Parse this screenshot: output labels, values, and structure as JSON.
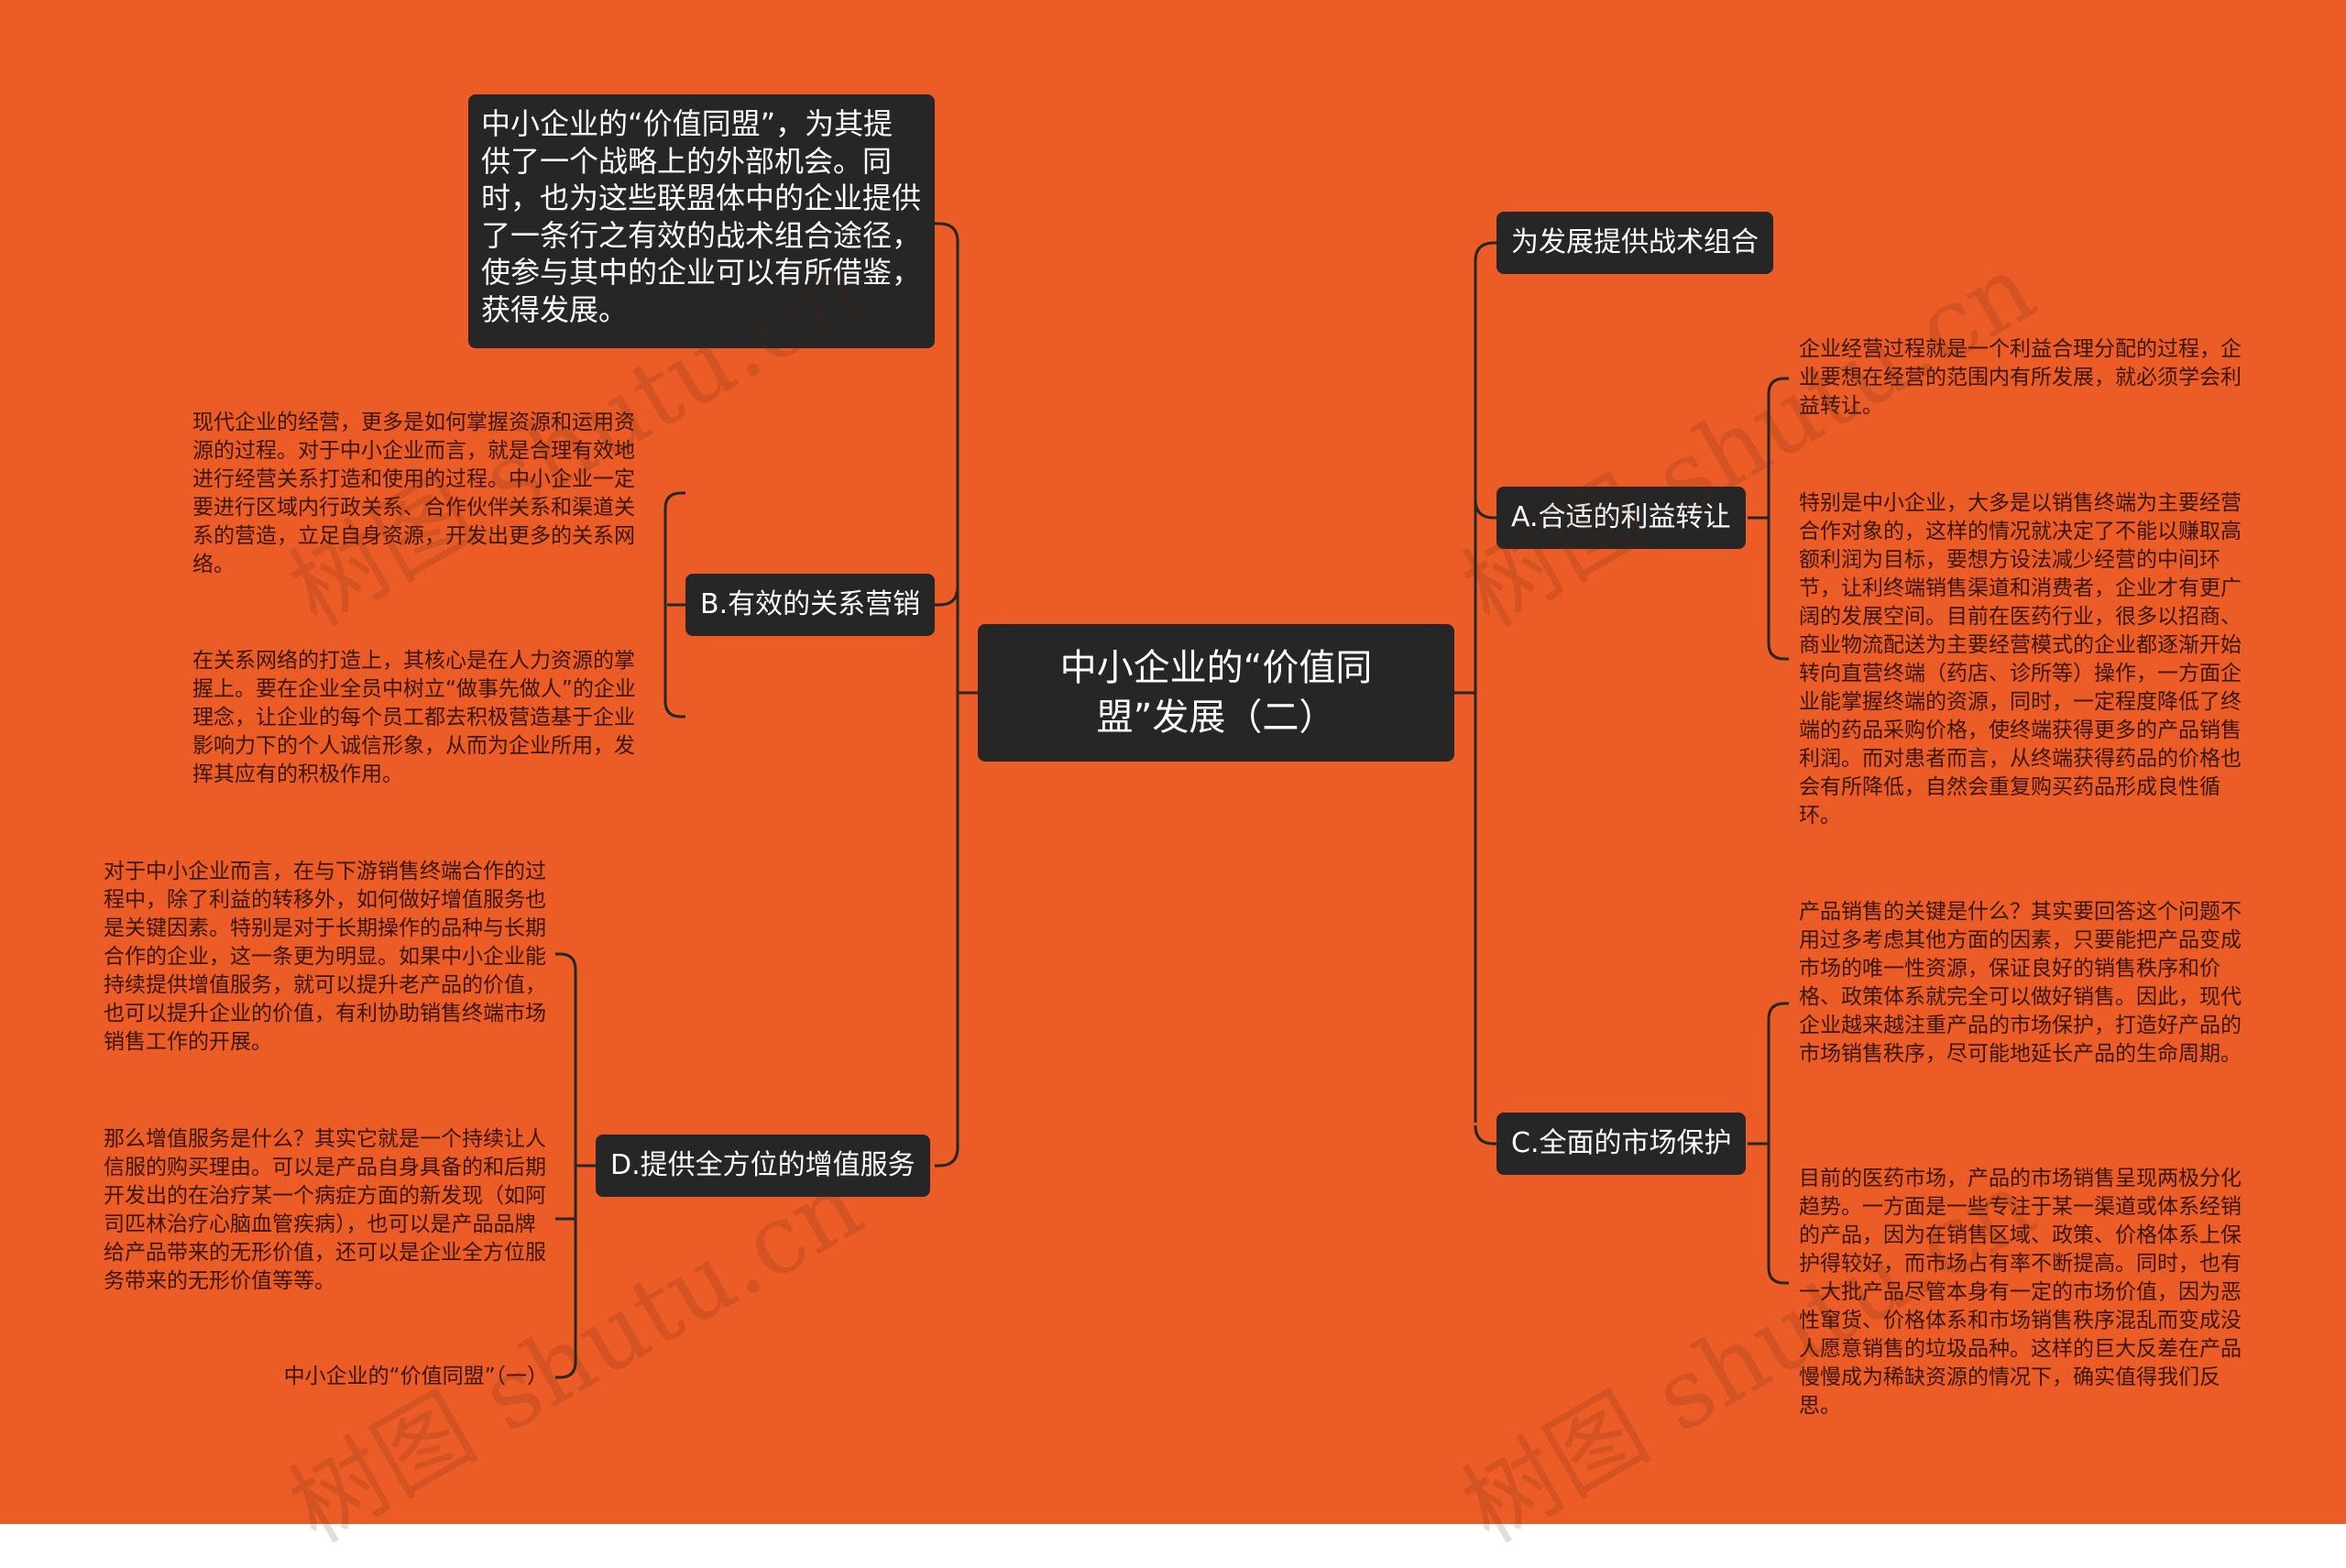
{
  "colors": {
    "background": "#EB5C27",
    "node_fill": "#262626",
    "node_text": "#FFFFFF",
    "connector": "#262626",
    "leaf_text": "#3A1608"
  },
  "watermark": "树图 shutu.cn",
  "root": {
    "label": "中小企业的“价值同盟”发展（二）"
  },
  "left_branches": [
    {
      "label": "中小企业的“价值同盟”，为其提供了一个战略上的外部机会。同时，也为这些联盟体中的企业提供了一条行之有效的战术组合途径，使参与其中的企业可以有所借鉴，获得发展。",
      "children": []
    },
    {
      "label": "B.有效的关系营销",
      "children": [
        "现代企业的经营，更多是如何掌握资源和运用资源的过程。对于中小企业而言，就是合理有效地进行经营关系打造和使用的过程。中小企业一定要进行区域内行政关系、合作伙伴关系和渠道关系的营造，立足自身资源，开发出更多的关系网络。",
        "在关系网络的打造上，其核心是在人力资源的掌握上。要在企业全员中树立“做事先做人”的企业理念，让企业的每个员工都去积极营造基于企业影响力下的个人诚信形象，从而为企业所用，发挥其应有的积极作用。"
      ]
    },
    {
      "label": "D.提供全方位的增值服务",
      "children": [
        "对于中小企业而言，在与下游销售终端合作的过程中，除了利益的转移外，如何做好增值服务也是关键因素。特别是对于长期操作的品种与长期合作的企业，这一条更为明显。如果中小企业能持续提供增值服务，就可以提升老产品的价值，也可以提升企业的价值，有利协助销售终端市场销售工作的开展。",
        "那么增值服务是什么？其实它就是一个持续让人信服的购买理由。可以是产品自身具备的和后期开发出的在治疗某一个病症方面的新发现（如阿司匹林治疗心脑血管疾病），也可以是产品品牌给产品带来的无形价值，还可以是企业全方位服务带来的无形价值等等。",
        "中小企业的“价值同盟”（一）"
      ]
    }
  ],
  "right_branches": [
    {
      "label": "为发展提供战术组合",
      "children": []
    },
    {
      "label": "A.合适的利益转让",
      "children": [
        "企业经营过程就是一个利益合理分配的过程，企业要想在经营的范围内有所发展，就必须学会利益转让。",
        "特别是中小企业，大多是以销售终端为主要经营合作对象的，这样的情况就决定了不能以赚取高额利润为目标，要想方设法减少经营的中间环节，让利终端销售渠道和消费者，企业才有更广阔的发展空间。目前在医药行业，很多以招商、商业物流配送为主要经营模式的企业都逐渐开始转向直营终端（药店、诊所等）操作，一方面企业能掌握终端的资源，同时，一定程度降低了终端的药品采购价格，使终端获得更多的产品销售利润。而对患者而言，从终端获得药品的价格也会有所降低，自然会重复购买药品形成良性循环。"
      ]
    },
    {
      "label": "C.全面的市场保护",
      "children": [
        "产品销售的关键是什么？其实要回答这个问题不用过多考虑其他方面的因素，只要能把产品变成市场的唯一性资源，保证良好的销售秩序和价格、政策体系就完全可以做好销售。因此，现代企业越来越注重产品的市场保护，打造好产品的市场销售秩序，尽可能地延长产品的生命周期。",
        "目前的医药市场，产品的市场销售呈现两极分化趋势。一方面是一些专注于某一渠道或体系经销的产品，因为在销售区域、政策、价格体系上保护得较好，而市场占有率不断提高。同时，也有一大批产品尽管本身有一定的市场价值，因为恶性窜货、价格体系和市场销售秩序混乱而变成没人愿意销售的垃圾品种。这样的巨大反差在产品慢慢成为稀缺资源的情况下，确实值得我们反思。"
      ]
    }
  ]
}
